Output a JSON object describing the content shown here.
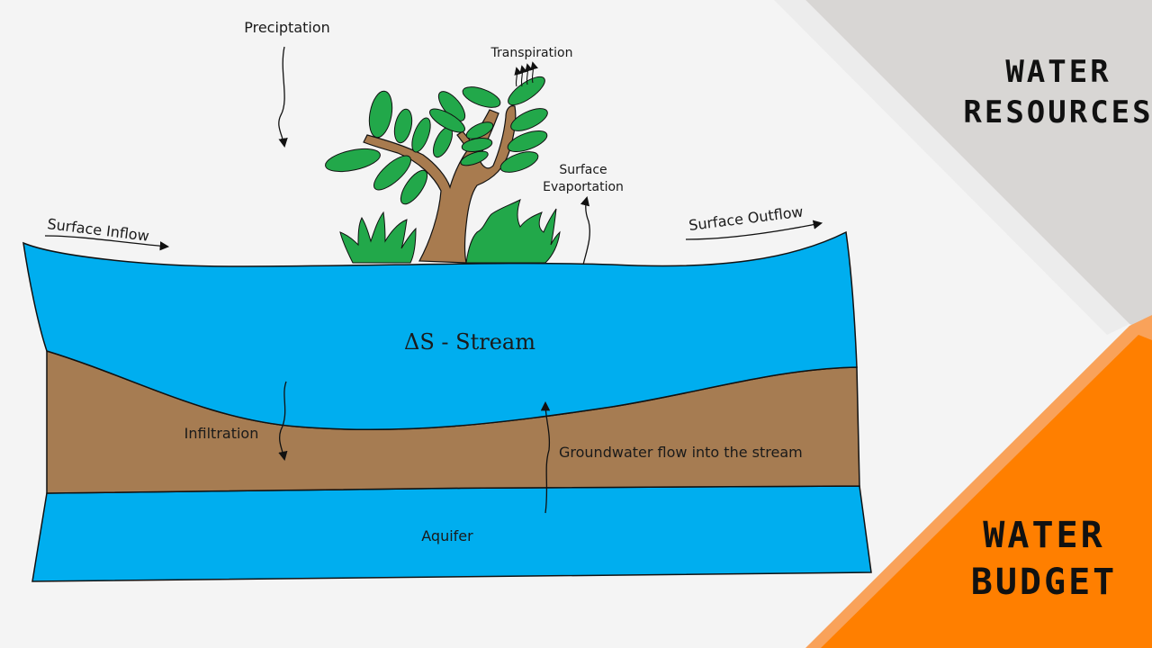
{
  "labels": {
    "precipitation": "Preciptation",
    "transpiration": "Transpiration",
    "surface_evaporation_1": "Surface",
    "surface_evaporation_2": "Evaportation",
    "surface_inflow": "Surface Inflow",
    "surface_outflow": "Surface Outflow",
    "stream": "ΔS - Stream",
    "infiltration": "Infiltration",
    "groundwater": "Groundwater flow into the stream",
    "aquifer": "Aquifer"
  },
  "titles": {
    "top_line1": "WATER",
    "top_line2": "RESOURCES",
    "bottom_line1": "WATER",
    "bottom_line2": "BUDGET"
  },
  "colors": {
    "water": "#00aeef",
    "soil": "#a67c52",
    "leaf": "#22a84a",
    "trunk": "#a87b4f",
    "accent_orange": "#ff7f00",
    "accent_light_orange": "#f9a25a",
    "accent_gray": "#d8d6d4"
  }
}
